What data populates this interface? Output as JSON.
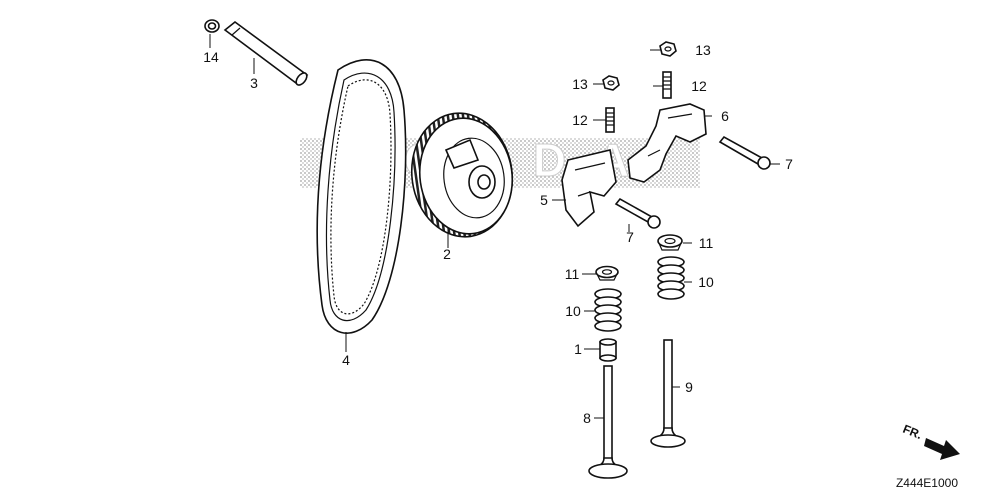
{
  "diagram": {
    "watermark": "HONDA",
    "image_code": "Z444E1000",
    "direction_label": "FR.",
    "callouts": [
      "14",
      "3",
      "4",
      "2",
      "13",
      "12",
      "13",
      "12",
      "6",
      "7",
      "5",
      "7",
      "11",
      "11",
      "10",
      "10",
      "1",
      "9",
      "8"
    ]
  }
}
